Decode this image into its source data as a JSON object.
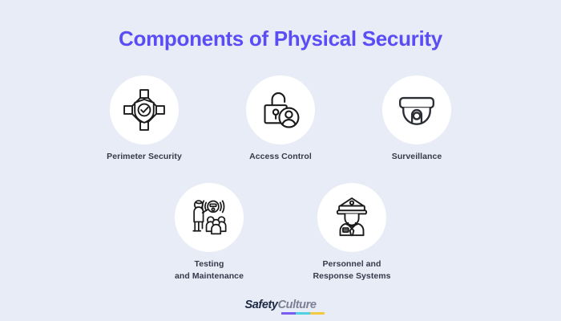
{
  "page": {
    "title": "Components of Physical Security",
    "background_color": "#e8ecf6",
    "title_color": "#5b4df5",
    "label_color": "#36394a",
    "circle_color": "#ffffff",
    "icon_stroke_color": "#1a1a1a"
  },
  "components": [
    {
      "label": "Perimeter Security",
      "icon": "shield-check-network-icon",
      "row": "top"
    },
    {
      "label": "Access Control",
      "icon": "unlocked-padlock-user-icon",
      "row": "top"
    },
    {
      "label": "Surveillance",
      "icon": "dome-security-camera-icon",
      "row": "top"
    },
    {
      "label": "Testing\nand Maintenance",
      "icon": "alarm-drill-people-icon",
      "row": "bottom"
    },
    {
      "label": "Personnel and\nResponse Systems",
      "icon": "security-guard-officer-icon",
      "row": "bottom"
    }
  ],
  "footer": {
    "logo_part_one": "Safety",
    "logo_part_two": "Culture",
    "logo_color_one": "#1d2a43",
    "logo_color_two": "#7b8194",
    "underline_colors": [
      "#7b5cf0",
      "#4fd1e0",
      "#f5c842"
    ]
  }
}
